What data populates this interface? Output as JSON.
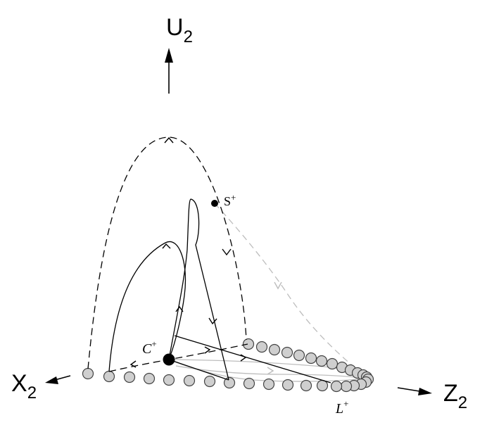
{
  "axes": {
    "u": {
      "letter": "U",
      "subscript": "2"
    },
    "x": {
      "letter": "X",
      "subscript": "2"
    },
    "z": {
      "letter": "Z",
      "subscript": "2"
    }
  },
  "points": {
    "c_plus": {
      "letter": "C",
      "sup": "+"
    },
    "s_plus": {
      "letter": "S",
      "sup": "+"
    },
    "l_plus": {
      "letter": "L",
      "sup": "+"
    }
  },
  "colors": {
    "ink": "#000000",
    "faint": "#bdbdbd",
    "circle_fill": "#cfcfcf",
    "circle_stroke": "#444444"
  }
}
